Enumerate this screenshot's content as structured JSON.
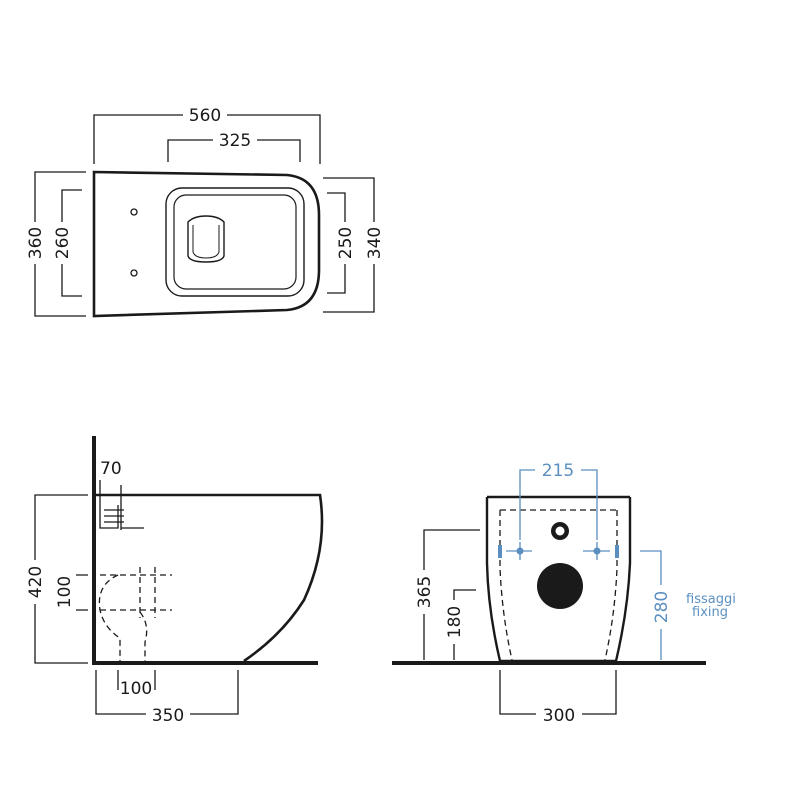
{
  "top_view": {
    "overall_length": "560",
    "rim_opening_length": "325",
    "rear_height": "360",
    "rear_inner": "260",
    "front_inner": "250",
    "front_height": "340"
  },
  "side_view": {
    "fixing_offset": "70",
    "height": "420",
    "outlet_height": "100",
    "outlet_depth": "100",
    "projection": "350"
  },
  "front_view": {
    "fixing_spacing": "215",
    "height": "365",
    "outlet_height": "180",
    "base_width": "300",
    "fixing_height": "280",
    "fixing_label_it": "fissaggi",
    "fixing_label_en": "fixing"
  },
  "colors": {
    "ink": "#1a1a1a",
    "fixing_accent": "#5b8fc0"
  }
}
